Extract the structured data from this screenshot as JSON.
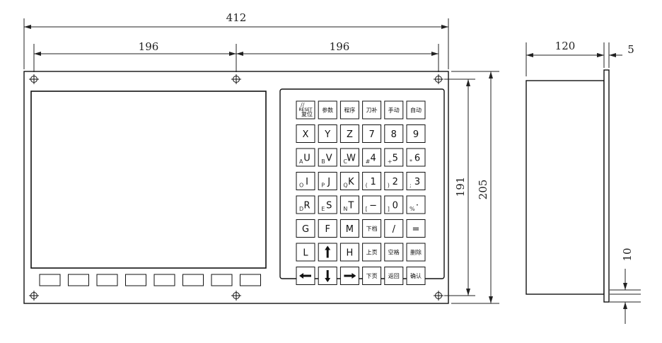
{
  "dimensions": {
    "overall_width": "412",
    "half_left": "196",
    "half_right": "196",
    "depth": "120",
    "flange": "5",
    "hole_spacing": "191",
    "overall_height": "205",
    "bottom_offset": "10"
  },
  "keypad": {
    "rows": [
      [
        {
          "main": "",
          "sub": "",
          "cn": "参数"
        },
        {
          "main": "",
          "sub": "",
          "cn": "程序"
        },
        {
          "main": "",
          "sub": "",
          "cn": "刀补"
        },
        {
          "main": "",
          "sub": "",
          "cn": "手动"
        },
        {
          "main": "",
          "sub": "",
          "cn": "自动"
        }
      ],
      [
        {
          "main": "X",
          "sub": ""
        },
        {
          "main": "Y",
          "sub": ""
        },
        {
          "main": "Z",
          "sub": ""
        },
        {
          "main": "7",
          "sub": ""
        },
        {
          "main": "8",
          "sub": ""
        },
        {
          "main": "9",
          "sub": ""
        }
      ],
      [
        {
          "main": "U",
          "sub": "A"
        },
        {
          "main": "V",
          "sub": "B"
        },
        {
          "main": "W",
          "sub": "C"
        },
        {
          "main": "4",
          "sub": "#"
        },
        {
          "main": "5",
          "sub": "+"
        },
        {
          "main": "6",
          "sub": "*"
        }
      ],
      [
        {
          "main": "I",
          "sub": "O"
        },
        {
          "main": "J",
          "sub": "P"
        },
        {
          "main": "K",
          "sub": "Q"
        },
        {
          "main": "1",
          "sub": "("
        },
        {
          "main": "2",
          "sub": ")"
        },
        {
          "main": "3",
          "sub": ";"
        }
      ],
      [
        {
          "main": "R",
          "sub": "D"
        },
        {
          "main": "S",
          "sub": "E"
        },
        {
          "main": "T",
          "sub": "N"
        },
        {
          "main": "−",
          "sub": "["
        },
        {
          "main": "0",
          "sub": "]"
        },
        {
          "main": "·",
          "sub": "%"
        }
      ],
      [
        {
          "main": "G",
          "sub": ""
        },
        {
          "main": "F",
          "sub": ""
        },
        {
          "main": "M",
          "sub": ""
        },
        {
          "main": "",
          "sub": "",
          "cn": "下档"
        },
        {
          "main": "/",
          "sub": ""
        },
        {
          "main": "=",
          "sub": ""
        }
      ],
      [
        {
          "main": "L",
          "sub": ""
        },
        {
          "main": "",
          "sub": "",
          "icon": "up"
        },
        {
          "main": "H",
          "sub": ""
        },
        {
          "main": "",
          "sub": "",
          "cn": "上页"
        },
        {
          "main": "",
          "sub": "",
          "cn": "空格"
        },
        {
          "main": "",
          "sub": "",
          "cn": "删除"
        }
      ],
      [
        {
          "main": "",
          "sub": "",
          "icon": "left"
        },
        {
          "main": "",
          "sub": "",
          "icon": "down"
        },
        {
          "main": "",
          "sub": "",
          "icon": "right"
        },
        {
          "main": "",
          "sub": "",
          "cn": "下页"
        },
        {
          "main": "",
          "sub": "",
          "cn": "返回"
        },
        {
          "main": "",
          "sub": "",
          "cn": "确认"
        }
      ]
    ],
    "reset_key": {
      "top": "//",
      "mid": "RESET",
      "bottom": "复位"
    }
  },
  "softkeys_count": 8
}
